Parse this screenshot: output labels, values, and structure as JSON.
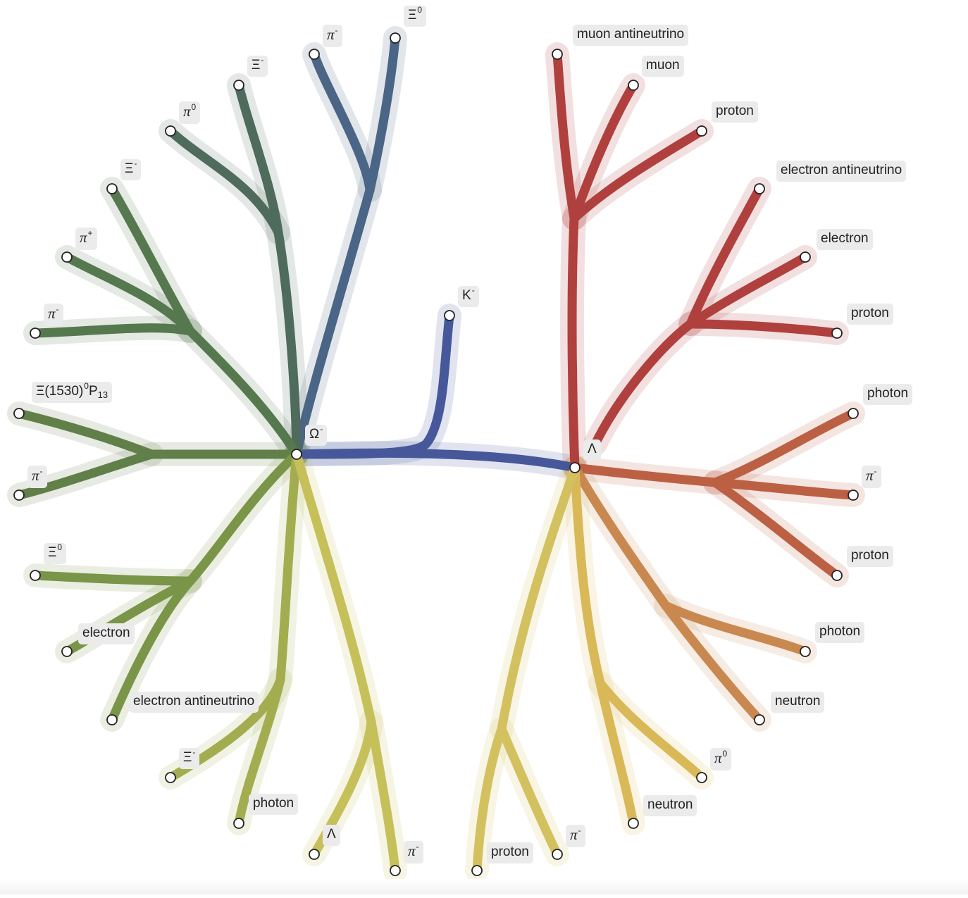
{
  "colors": {
    "k_minus": "#46589a",
    "xi0_top": "#4a6585",
    "dark_green": "#4e6b5c",
    "green": "#56784e",
    "green2": "#617f48",
    "olive": "#7a9448",
    "olive2": "#a3ad50",
    "yellow": "#c6c05a",
    "red": "#b0403e",
    "orange_red": "#bc6044",
    "orange": "#c9884f",
    "gold": "#d9b858",
    "gold2": "#d3c15f"
  },
  "nodes": {
    "omega_minus": {
      "label": "Ω",
      "sup": "-"
    },
    "lambda_main": {
      "label": "Λ",
      "sup": ""
    },
    "k_minus": {
      "label": "K",
      "sup": "-"
    },
    "xi0_top": {
      "label": "Ξ",
      "sup": "0"
    },
    "pi_minus_top": {
      "label": "π",
      "sup": "-"
    },
    "xi_minus_1": {
      "label": "Ξ",
      "sup": "-"
    },
    "pi0_1": {
      "label": "π",
      "sup": "0"
    },
    "xi_minus_2": {
      "label": "Ξ",
      "sup": "-"
    },
    "pi_plus": {
      "label": "π",
      "sup": "+"
    },
    "pi_minus_l1": {
      "label": "π",
      "sup": "-"
    },
    "xi1530": {
      "label": "Ξ(1530)",
      "sup": "0",
      "tail": "P",
      "sub": "13"
    },
    "pi_minus_l2": {
      "label": "π",
      "sup": "-"
    },
    "xi0_left": {
      "label": "Ξ",
      "sup": "0"
    },
    "electron_left": {
      "label": "electron",
      "sup": ""
    },
    "e_antinu_left": {
      "label": "electron antineutrino",
      "sup": ""
    },
    "xi_minus_3": {
      "label": "Ξ",
      "sup": "-"
    },
    "photon_bl": {
      "label": "photon",
      "sup": ""
    },
    "lambda_bl": {
      "label": "Λ",
      "sup": ""
    },
    "pi_minus_b1": {
      "label": "π",
      "sup": "-"
    },
    "proton_b": {
      "label": "proton",
      "sup": ""
    },
    "pi_minus_b2": {
      "label": "π",
      "sup": "-"
    },
    "neutron_b": {
      "label": "neutron",
      "sup": ""
    },
    "pi0_br": {
      "label": "π",
      "sup": "0"
    },
    "neutron_r": {
      "label": "neutron",
      "sup": ""
    },
    "photon_r2": {
      "label": "photon",
      "sup": ""
    },
    "proton_r3": {
      "label": "proton",
      "sup": ""
    },
    "pi_minus_r": {
      "label": "π",
      "sup": "-"
    },
    "photon_r1": {
      "label": "photon",
      "sup": ""
    },
    "proton_r2": {
      "label": "proton",
      "sup": ""
    },
    "electron_r": {
      "label": "electron",
      "sup": ""
    },
    "e_antinu_r": {
      "label": "electron antineutrino",
      "sup": ""
    },
    "proton_r1": {
      "label": "proton",
      "sup": ""
    },
    "muon": {
      "label": "muon",
      "sup": ""
    },
    "muon_antinu": {
      "label": "muon antineutrino",
      "sup": ""
    }
  }
}
